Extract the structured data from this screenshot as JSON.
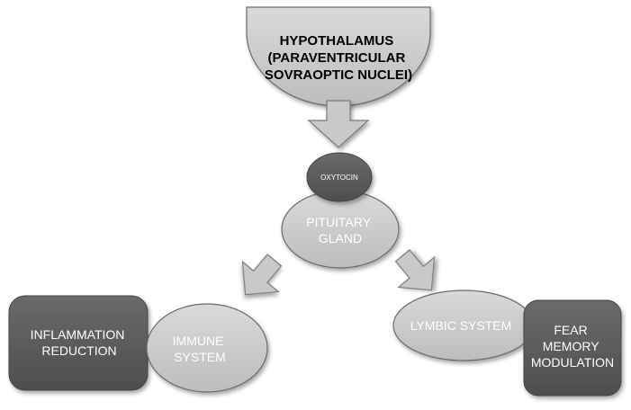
{
  "hypothalamus": {
    "lines": [
      "HYPOTHALAMUS",
      "(PARAVENTRICULAR",
      "SOVRAOPTIC NUCLEI)"
    ]
  },
  "oxytocin": {
    "label": "OXYTOCIN"
  },
  "pituitary": {
    "lines": [
      "PITUITARY",
      "GLAND"
    ]
  },
  "immune": {
    "lines": [
      "IMMUNE",
      "SYSTEM"
    ]
  },
  "inflammation": {
    "lines": [
      "INFLAMMATION",
      "REDUCTION"
    ]
  },
  "limbic": {
    "label": "LYMBIC SYSTEM"
  },
  "fear": {
    "lines": [
      "FEAR",
      "MEMORY",
      "MODULATION"
    ]
  },
  "colors": {
    "light_fill": "#c8c8c8",
    "dark_fill": "#5a5a5a",
    "outline": "#6b6b6b",
    "text_dark": "#000000",
    "text_light": "#ffffff"
  }
}
